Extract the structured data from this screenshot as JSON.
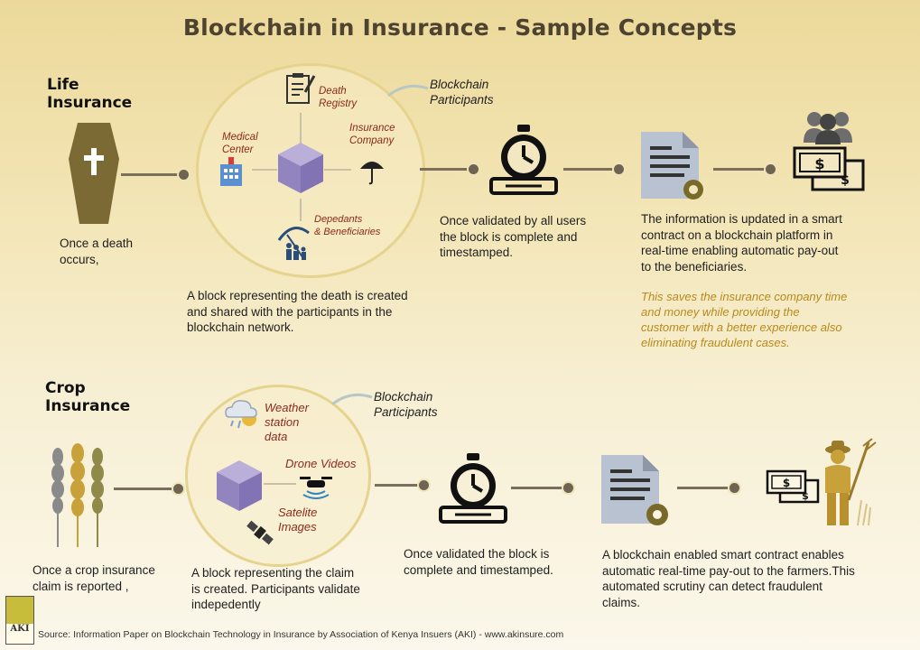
{
  "title": "Blockchain in Insurance - Sample Concepts",
  "colors": {
    "accent_red": "#8b2a1e",
    "note_gold": "#b88a1c",
    "title_brown": "#4e4330",
    "cube": "#9b8fc2"
  },
  "life": {
    "heading_line1": "Life",
    "heading_line2": "Insurance",
    "start_text_1": "Once a death",
    "start_text_2": "occurs,",
    "nodes": {
      "death_registry_1": "Death",
      "death_registry_2": "Registry",
      "medical_center_1": "Medical",
      "medical_center_2": "Center",
      "insurance_company_1": "Insurance",
      "insurance_company_2": "Company",
      "dependants_1": "Depedants",
      "dependants_2": "& Beneficiaries"
    },
    "participants_1": "Blockchain",
    "participants_2": "Participants",
    "block_text_1": "A block representing the death is created",
    "block_text_2": "and shared with the participants in the",
    "block_text_3": "blockchain network.",
    "validated_1": "Once validated by all users",
    "validated_2": "the block is complete and",
    "validated_3": "timestamped.",
    "smart_1": "The information is updated in a smart",
    "smart_2": "contract on a blockchain platform in",
    "smart_3": "real-time enabling automatic pay-out",
    "smart_4": "to the beneficiaries.",
    "note_1": "This saves the insurance company time",
    "note_2": "and money while providing the",
    "note_3": "customer with a better experience also",
    "note_4": "eliminating fraudulent cases.",
    "icons": [
      "coffin-icon",
      "notepad-icon",
      "hospital-icon",
      "umbrella-icon",
      "family-umbrella-icon",
      "cube-icon",
      "stopwatch-icon",
      "document-gear-icon",
      "people-icon",
      "money-icon"
    ]
  },
  "crop": {
    "heading_line1": "Crop",
    "heading_line2": "Insurance",
    "start_text_1": "Once a crop insurance",
    "start_text_2": "claim is reported ,",
    "nodes": {
      "weather_1": "Weather",
      "weather_2": "station",
      "weather_3": "data",
      "drone": "Drone Videos",
      "satellite_1": "Satelite",
      "satellite_2": "Images"
    },
    "participants_1": "Blockchain",
    "participants_2": "Participants",
    "block_text_1": "A block representing the claim",
    "block_text_2": "is created. Participants validate",
    "block_text_3": "indepedently",
    "validated_1": "Once validated  the block is",
    "validated_2": "complete and timestamped.",
    "smart_1": "A blockchain enabled smart contract enables",
    "smart_2": "automatic real-time pay-out to the farmers.This",
    "smart_3": "automated scrutiny can detect fraudulent",
    "smart_4": "claims.",
    "icons": [
      "wheat-icon",
      "weather-icon",
      "drone-icon",
      "satellite-icon",
      "cube-icon",
      "stopwatch-icon",
      "document-gear-icon",
      "money-icon",
      "farmer-icon"
    ]
  },
  "logo_text": "AKI",
  "footer": "Source: Information Paper on Blockchain  Technology in Insurance  by Association of Kenya Insuers (AKI) - www.akinsure.com"
}
